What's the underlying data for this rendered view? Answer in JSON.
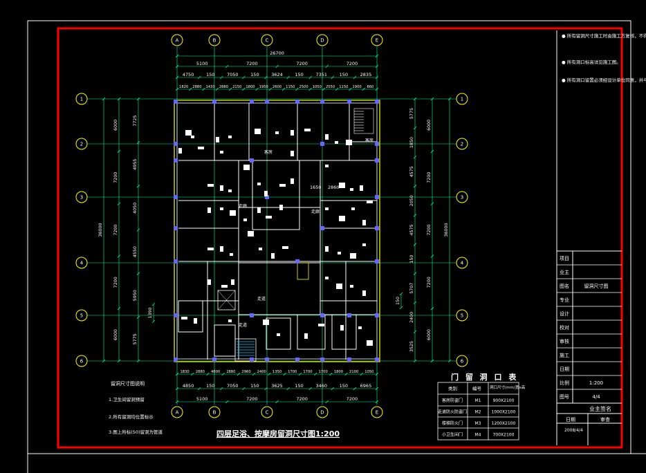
{
  "drawing": {
    "title": "四层足浴、按摩房留洞尺寸图1:200",
    "grid_axes_h": [
      "A",
      "B",
      "C",
      "D",
      "E"
    ],
    "grid_axes_v": [
      "1",
      "2",
      "3",
      "4",
      "5",
      "6"
    ],
    "top_dims": {
      "overall": "26700",
      "row1": [
        "5100",
        "7200",
        "7200",
        "7200"
      ],
      "row2": [
        "4750",
        "150",
        "7050",
        "150",
        "3624",
        "150",
        "7351",
        "150",
        "2835"
      ],
      "row3": [
        "1820",
        "2880",
        "1430",
        "2880",
        "2150",
        "1800",
        "1950",
        "2600",
        "1150",
        "2500",
        "1050",
        "2550",
        "1150",
        "1900",
        "860"
      ]
    },
    "bottom_dims": {
      "row1": [
        "1830",
        "2880",
        "4000",
        "2880",
        "2960",
        "2400",
        "1350",
        "1700",
        "1700",
        "1700",
        "1800",
        "2100",
        "1050"
      ],
      "row2": [
        "4850",
        "150",
        "7050",
        "150",
        "3625",
        "150",
        "3460",
        "150",
        "6965"
      ],
      "row3": [
        "5100",
        "7200",
        "7200",
        "7200"
      ]
    },
    "left_dims": {
      "overall": "36000",
      "row1": [
        "6000",
        "7200",
        "7200",
        "7200",
        "6000"
      ],
      "row2": [
        "7725",
        "4955",
        "4050",
        "4550",
        "5950",
        "5775"
      ],
      "row3": [
        "1390"
      ]
    },
    "right_dims": {
      "overall": "36000",
      "row1": [
        "6000",
        "7200",
        "7200",
        "7200",
        "6000"
      ],
      "row2": [
        "5775",
        "1850",
        "4575",
        "2050",
        "4575",
        "150",
        "5707",
        "2400",
        "3525"
      ],
      "row3": [
        "150"
      ]
    },
    "room_labels": [
      "客房",
      "走廊",
      "走廊",
      "走道",
      "走道",
      "客房"
    ],
    "room_dim": [
      "1650",
      "2860"
    ]
  },
  "notes": {
    "title": "留洞尺寸图说明",
    "items": [
      "1.卫生间留洞预留",
      "2.所有留洞均位置标示",
      "3.图上所标(50)留洞为管道"
    ],
    "top_notes": [
      "● 所有留洞尺寸施工时由施工方复核，不得以此图为准。",
      "● 所有洞口标高详见施工图。",
      "● 所有洞口留置必须经设计单位同意，并与各工种配合。"
    ]
  },
  "door_table": {
    "title": "门 留 洞 口 表",
    "headers": [
      "类别",
      "编号",
      "洞口尺寸(mm)宽x高"
    ],
    "rows": [
      [
        "客房防盗门",
        "M1",
        "900X2100"
      ],
      [
        "走道防火防盗门",
        "M2",
        "1000X2100"
      ],
      [
        "楼梯防火门",
        "M3",
        "1200X2100"
      ],
      [
        "小卫生间门",
        "M4",
        "700X2100"
      ]
    ]
  },
  "title_block": {
    "rows": [
      {
        "label": "项目",
        "value": ""
      },
      {
        "label": "业主",
        "value": ""
      },
      {
        "label": "图名",
        "value": "留洞尺寸图"
      },
      {
        "label": "专业",
        "value": ""
      },
      {
        "label": "设计",
        "value": ""
      },
      {
        "label": "校对",
        "value": ""
      },
      {
        "label": "审核",
        "value": ""
      },
      {
        "label": "施工",
        "value": ""
      },
      {
        "label": "日期",
        "value": ""
      },
      {
        "label": "比例",
        "value": "1:200"
      },
      {
        "label": "图号",
        "value": "4/4"
      }
    ],
    "sign_title": "业主签名",
    "sign_headers": [
      "日期",
      "审查"
    ],
    "sign_date": "2008/4/4"
  },
  "colors": {
    "frame": "#ff0000",
    "lines": "#ffffff",
    "dims": "#00ff99",
    "grid_bubble": "#ffff00",
    "walls": "#ffff00",
    "columns": "#8888ff",
    "background": "#000000"
  }
}
